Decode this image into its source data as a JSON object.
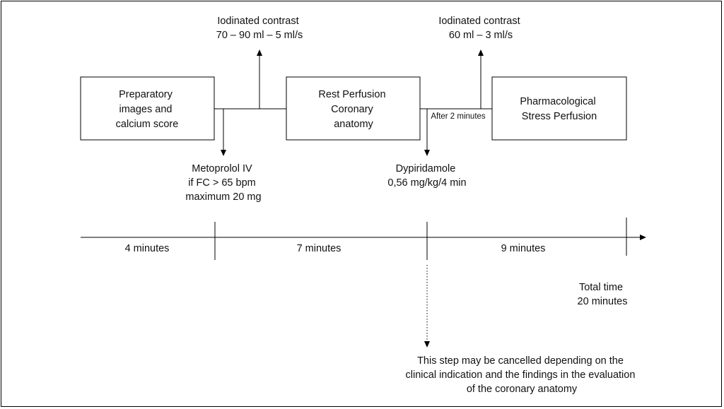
{
  "steps": {
    "preparatory": {
      "lines": [
        "Preparatory",
        "images and",
        "calcium score"
      ]
    },
    "rest": {
      "lines": [
        "Rest Perfusion",
        "Coronary",
        "anatomy"
      ]
    },
    "stress": {
      "lines": [
        "Pharmacological",
        "Stress Perfusion"
      ]
    }
  },
  "annotations": {
    "contrast_rest": {
      "lines": [
        "Iodinated contrast",
        "70 – 90 ml – 5 ml/s"
      ]
    },
    "contrast_stress": {
      "lines": [
        "Iodinated contrast",
        "60 ml – 3 ml/s"
      ]
    },
    "metoprolol": {
      "lines": [
        "Metoprolol IV",
        "if FC > 65 bpm",
        "maximum 20 mg"
      ]
    },
    "dypiridamole": {
      "lines": [
        "Dypiridamole",
        "0,56 mg/kg/4 min"
      ]
    },
    "after": "After 2 minutes"
  },
  "timeline": {
    "segments": [
      "4 minutes",
      "7 minutes",
      "9 minutes"
    ],
    "total": {
      "lines": [
        "Total time",
        "20 minutes"
      ]
    }
  },
  "note": {
    "lines": [
      "This step may be cancelled depending on the",
      "clinical indication and the findings in the evaluation",
      "of the coronary anatomy"
    ]
  }
}
